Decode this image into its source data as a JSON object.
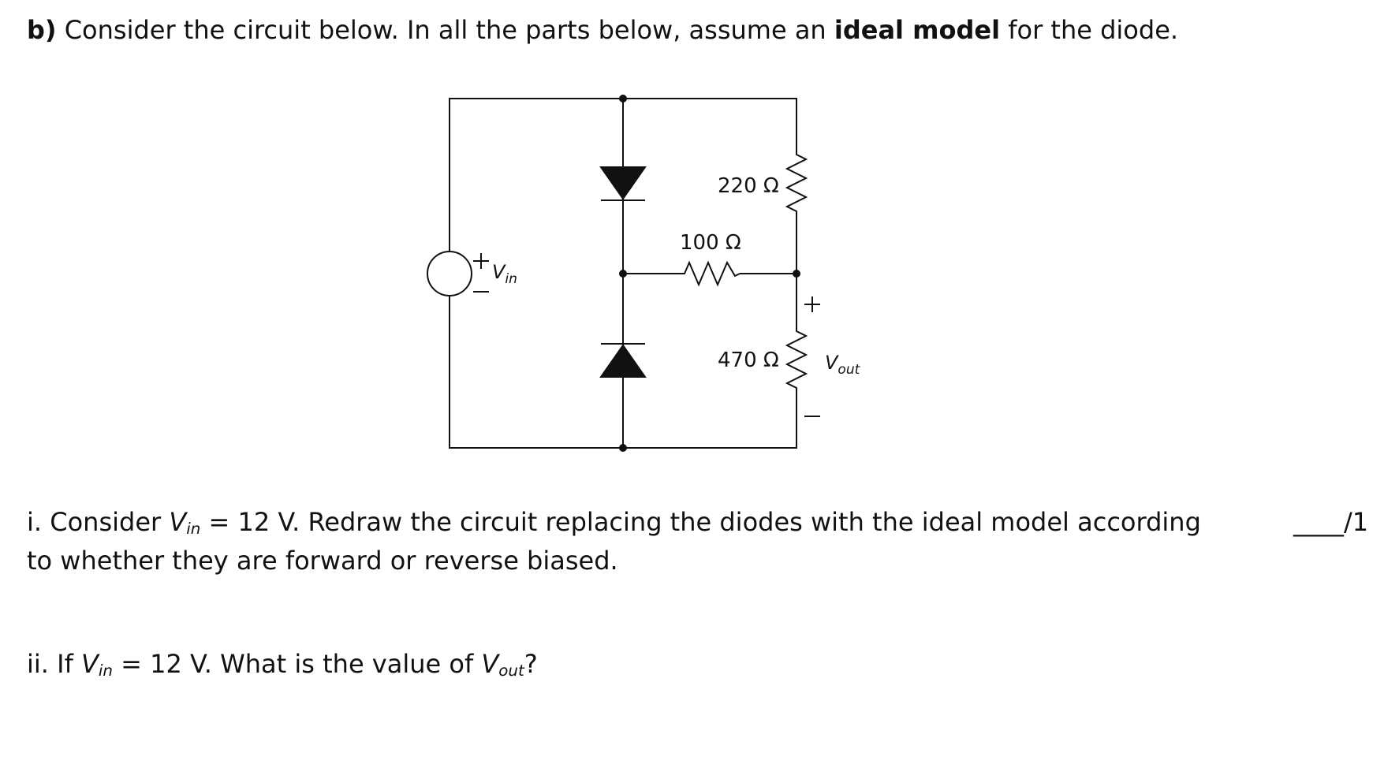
{
  "heading": {
    "label": "b)",
    "text_before": "Consider the circuit below. In all the parts below, assume an",
    "text_bold": "ideal model",
    "text_after": "for the diode."
  },
  "circuit": {
    "source_label_main": "V",
    "source_label_sub": "in",
    "source_plus": "+",
    "source_minus": "−",
    "r_top_label": "220 Ω",
    "r_mid_label": "100 Ω",
    "r_bot_label": "470 Ω",
    "out_label_main": "V",
    "out_label_sub": "out",
    "out_plus": "+",
    "out_minus": "−"
  },
  "questions": {
    "i": {
      "prefix": "i. Consider",
      "var": "V",
      "var_sub": "in",
      "line1_rest": "= 12 V. Redraw the circuit replacing the diodes with the ideal model according",
      "line2": "to whether they are forward or reverse biased.",
      "score_blank": "____",
      "score": "/1"
    },
    "ii": {
      "prefix": "ii. If",
      "var": "V",
      "var_sub": "in",
      "mid": "= 12 V. What is the value of",
      "var2": "V",
      "var2_sub": "out",
      "suffix": "?"
    }
  }
}
